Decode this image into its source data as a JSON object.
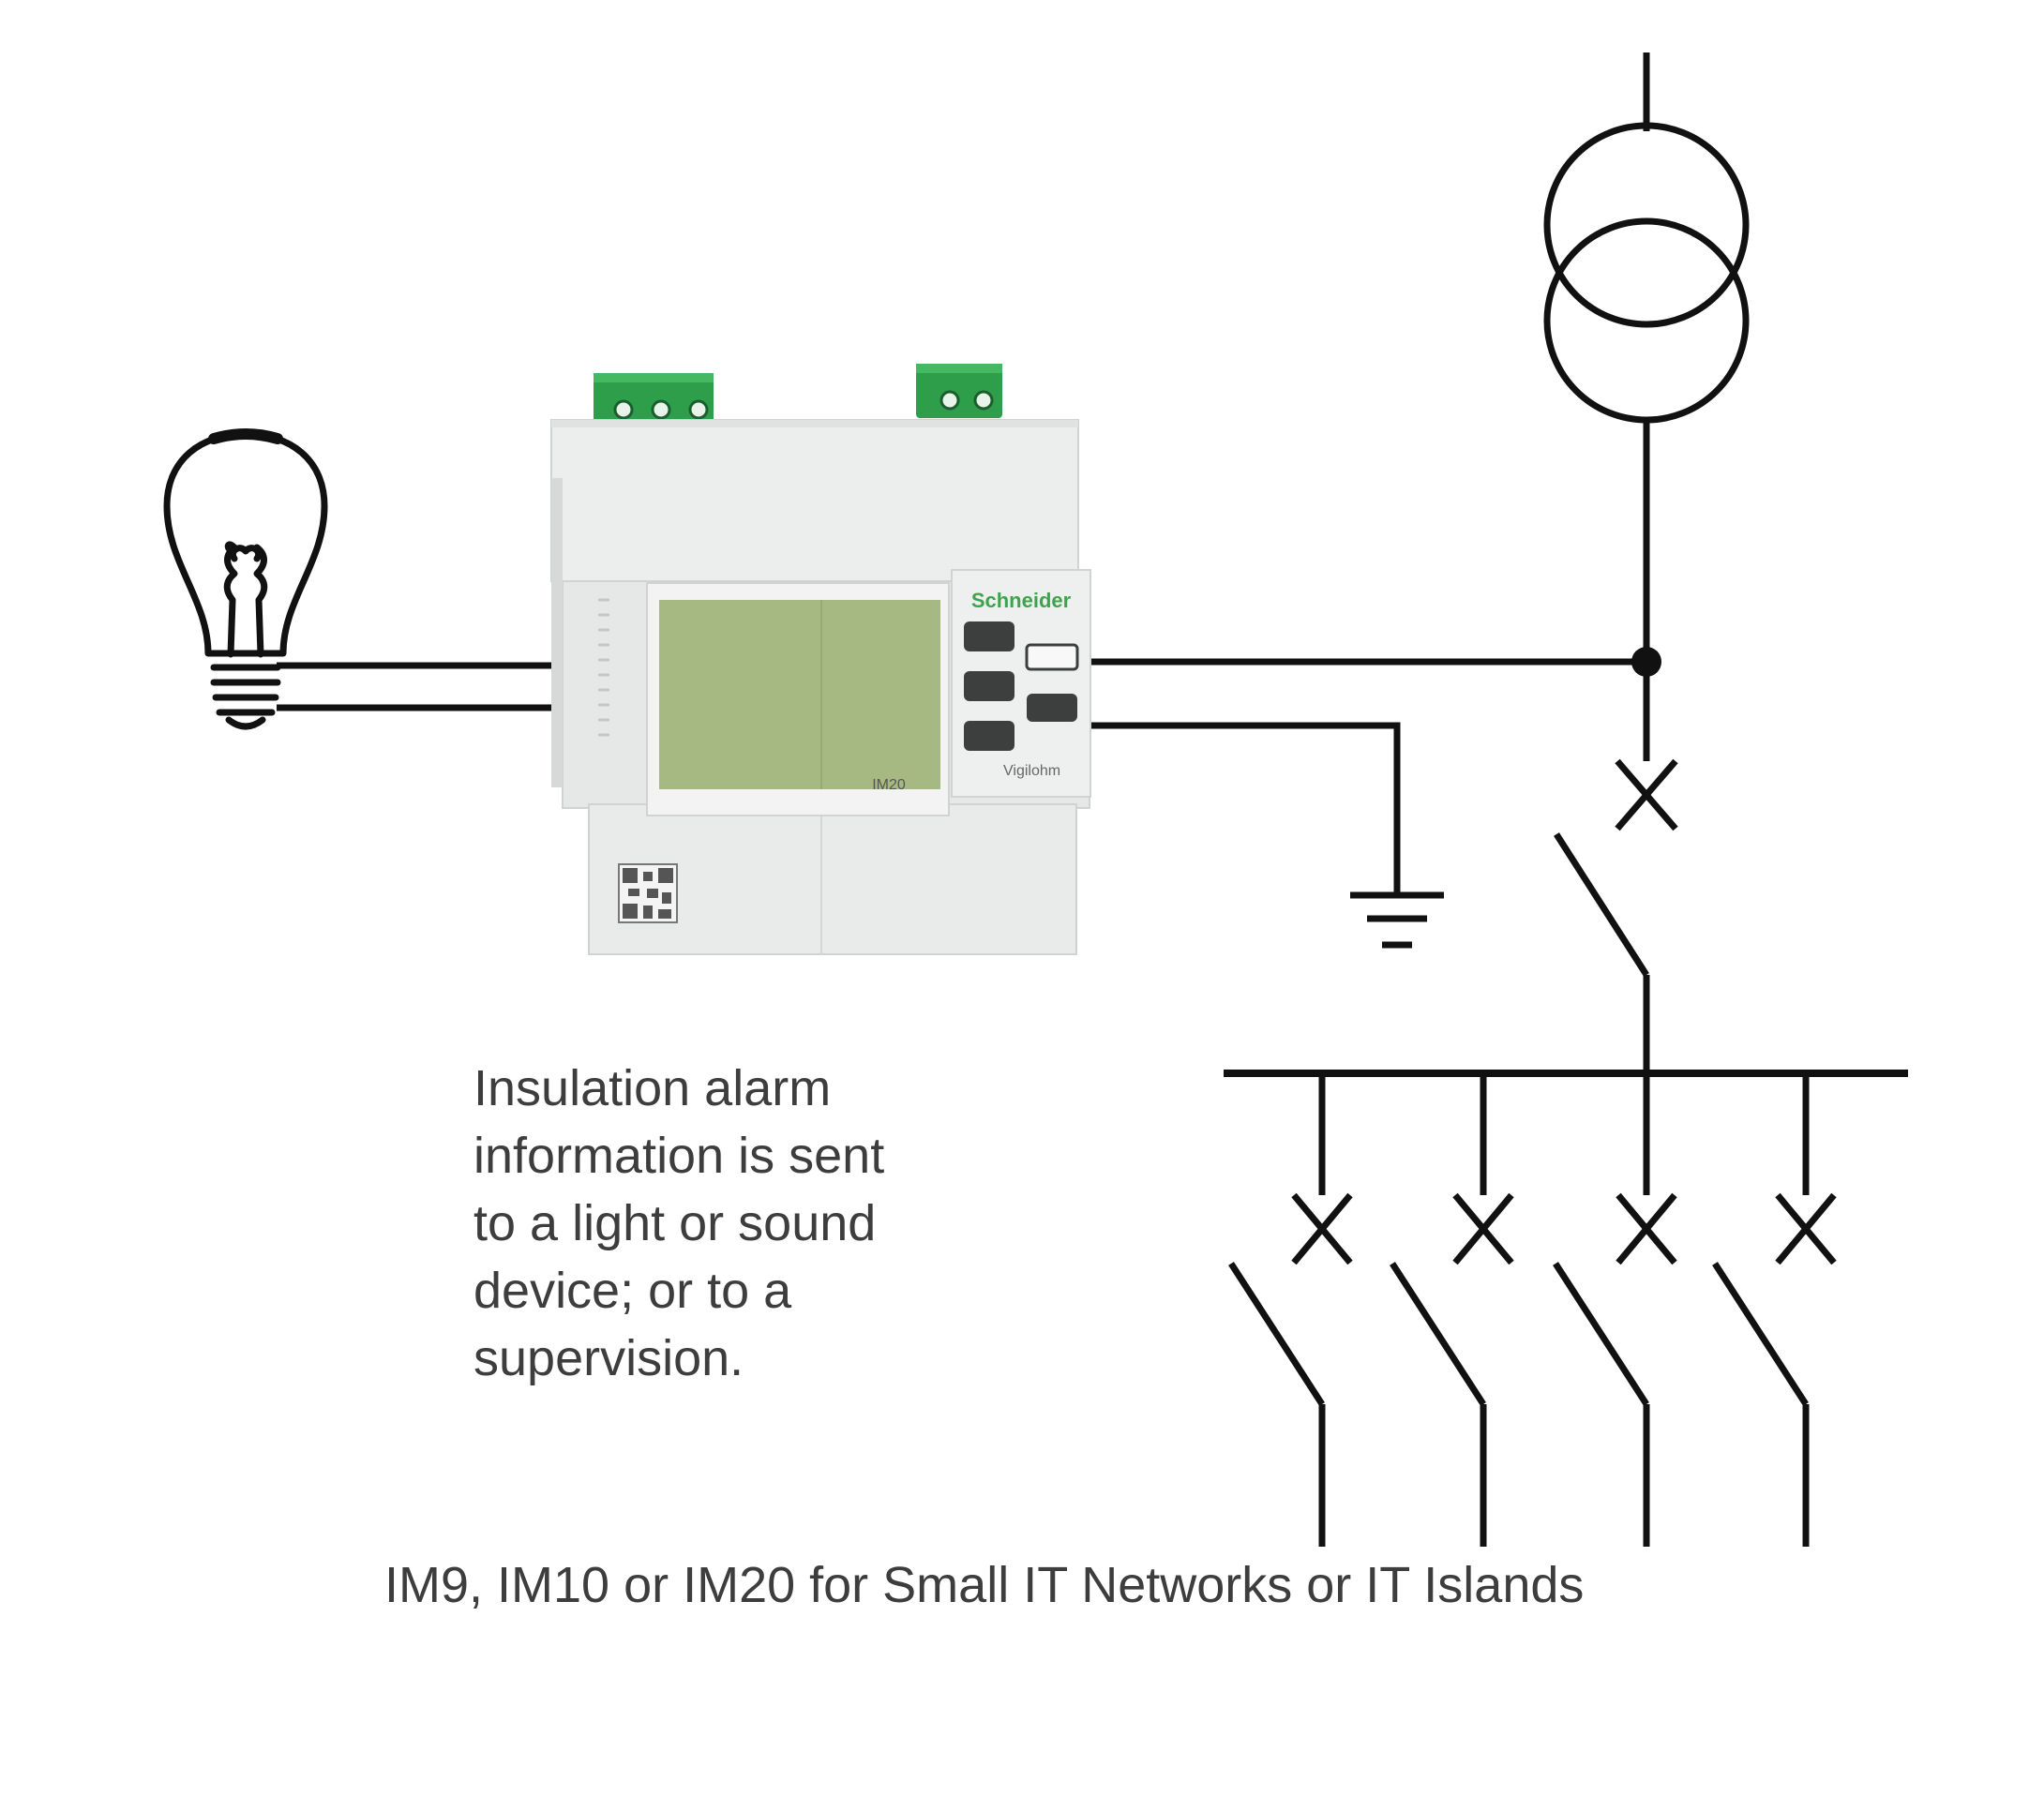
{
  "description_lines": [
    "Insulation alarm",
    "information is sent",
    "to a light or sound",
    "device; or to a",
    "supervision."
  ],
  "title": "IM9, IM10 or IM20 for Small IT Networks or IT Islands",
  "device": {
    "brand": "Schneider",
    "model": "IM20",
    "sub_label": "Vigilohm"
  },
  "colors": {
    "line": "#111111",
    "terminal_green": "#2e9e4b",
    "screen": "#a7b983",
    "housing": "#e9ebea",
    "text": "#3d3d3d"
  },
  "icons": {
    "lamp": "light-bulb-icon",
    "transformer": "transformer-icon",
    "ground": "ground-icon",
    "breaker": "circuit-breaker-icon",
    "qr": "qr-code-icon"
  }
}
